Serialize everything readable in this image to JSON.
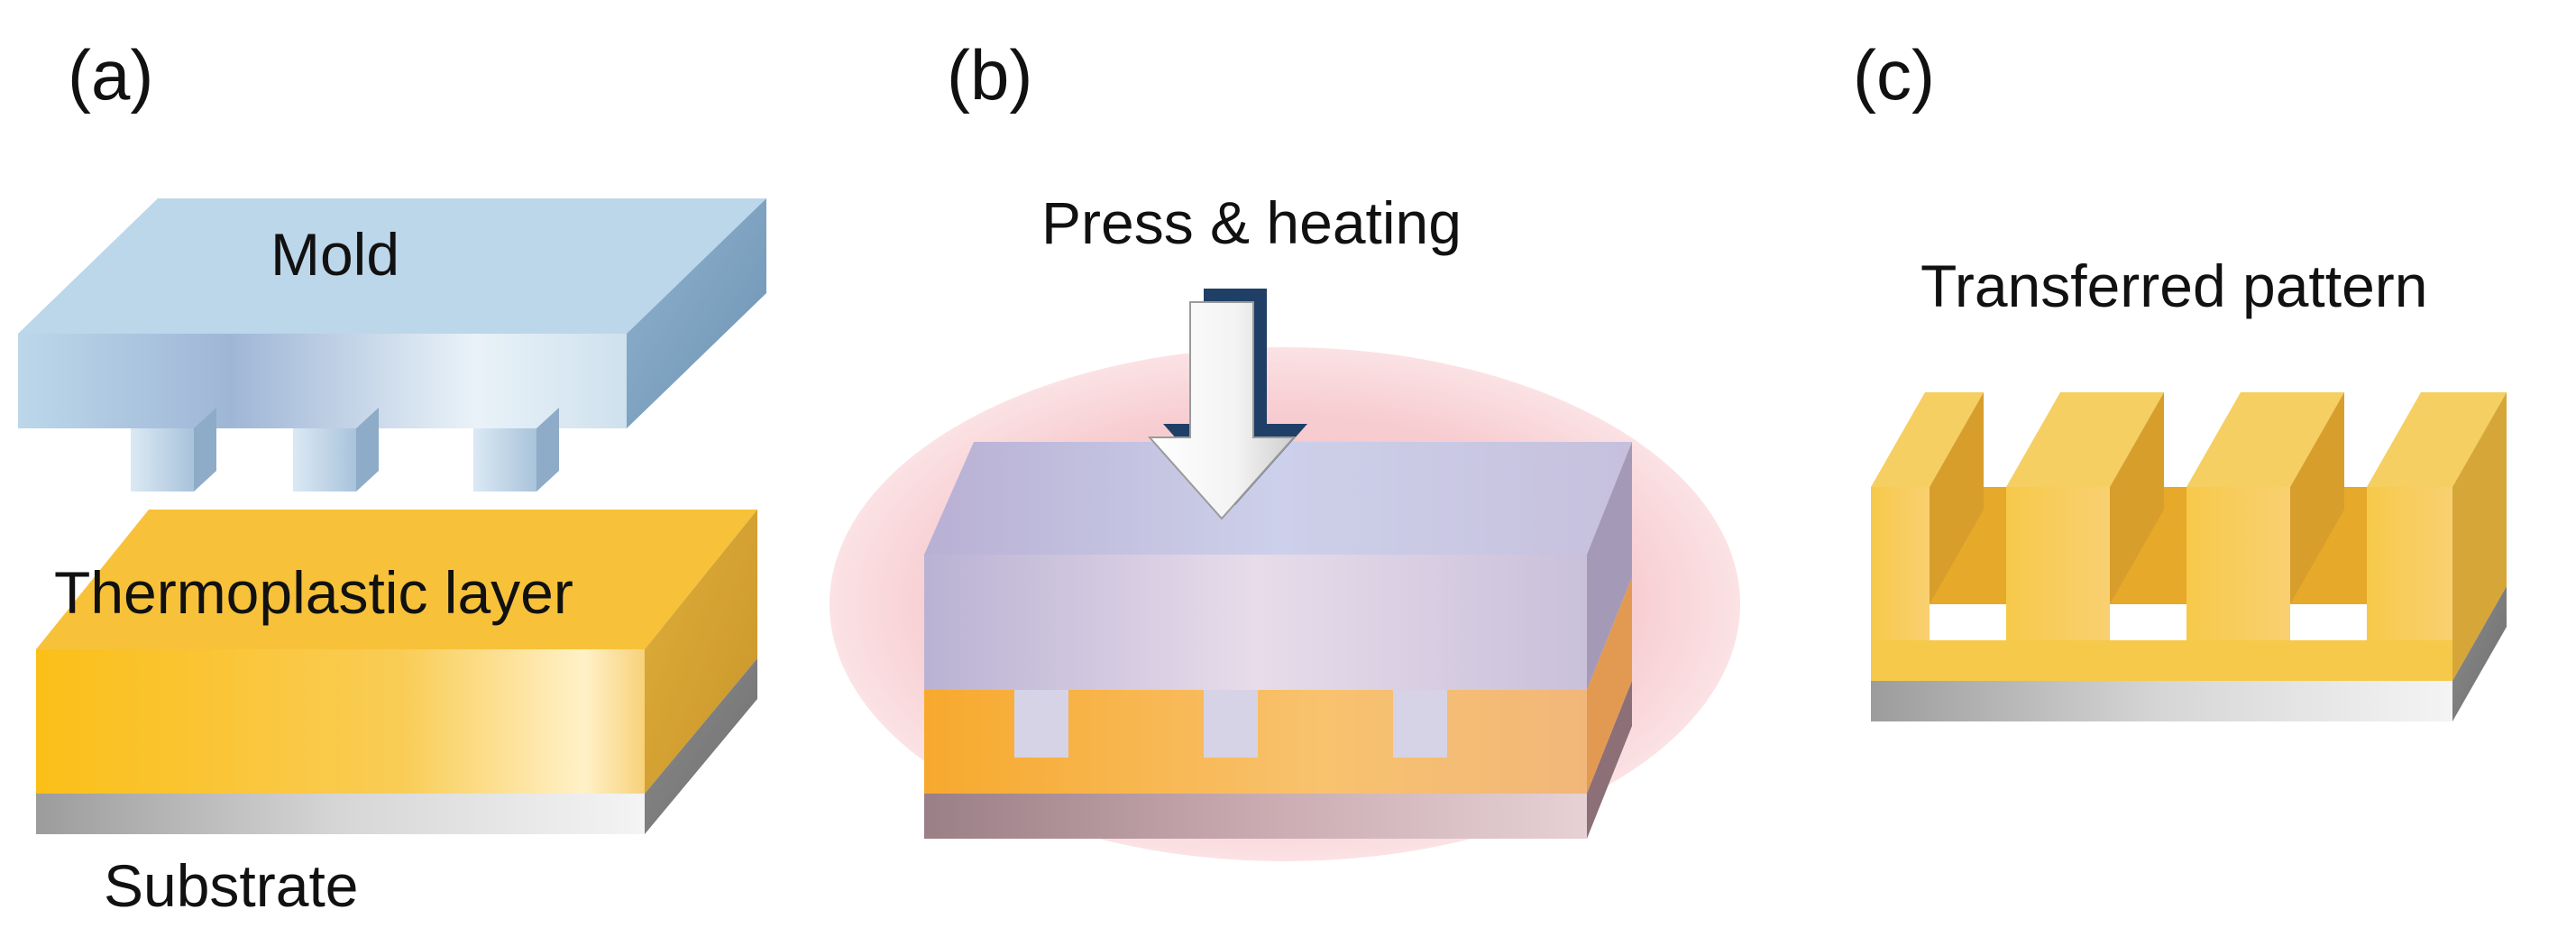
{
  "panels": [
    {
      "label": "(a)",
      "parts": {
        "mold": "Mold",
        "layer": "Thermoplastic layer",
        "substrate": "Substrate"
      }
    },
    {
      "label": "(b)",
      "caption": "Press & heating"
    },
    {
      "label": "(c)",
      "caption": "Transferred pattern"
    }
  ],
  "colors": {
    "mold": "#b9d6ea",
    "thermoplastic": "#f7c23a",
    "substrate": "#9a9a9a",
    "heat_glow": "#f7c9cc",
    "arrow_dark": "#1f3f66"
  },
  "icons": [
    "press-arrow-icon"
  ]
}
